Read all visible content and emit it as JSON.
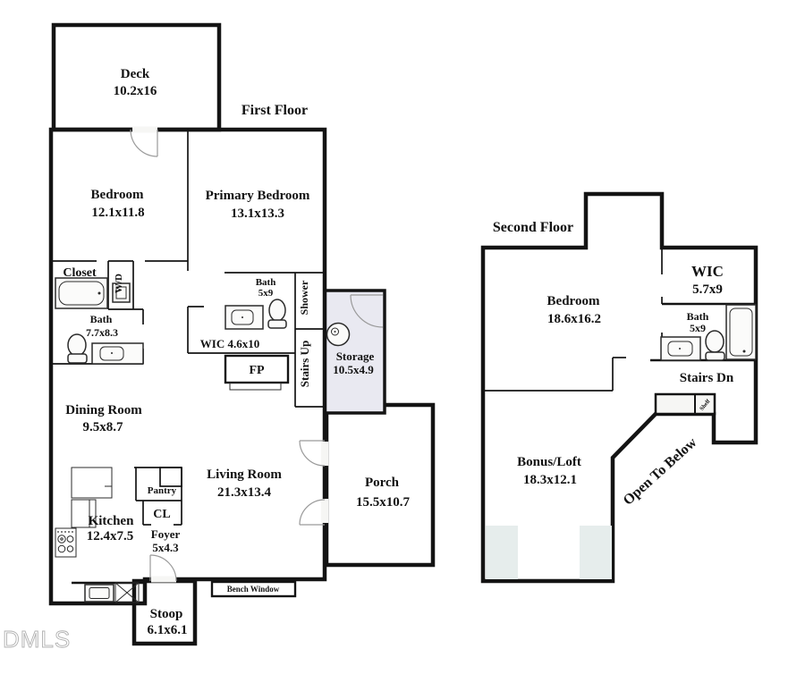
{
  "watermark": "DMLS",
  "colors": {
    "wall": "#141414",
    "floor_fill": "#f6f6f4",
    "deck_fill": "#e5e1d2",
    "porch_fill": "#e9dad4",
    "stoop_fill": "#e9dad4",
    "storage_fill": "#e9e9f1",
    "bonus_square_fill": "#e6edec"
  },
  "first": {
    "title": "First Floor",
    "deck": {
      "name": "Deck",
      "dims": "10.2x16"
    },
    "bedroom": {
      "name": "Bedroom",
      "dims": "12.1x11.8"
    },
    "primary": {
      "name": "Primary Bedroom",
      "dims": "13.1x13.3"
    },
    "closet": {
      "name": "Closet"
    },
    "wd": {
      "name": "W/D"
    },
    "bath1": {
      "name": "Bath",
      "dims": "7.7x8.3"
    },
    "bath2": {
      "name": "Bath",
      "dims": "5x9"
    },
    "shower": {
      "name": "Shower"
    },
    "wic": {
      "name": "WIC 4.6x10"
    },
    "fp": {
      "name": "FP"
    },
    "stairs": {
      "name": "Stairs Up"
    },
    "storage": {
      "name": "Storage",
      "dims": "10.5x4.9"
    },
    "dining": {
      "name": "Dining Room",
      "dims": "9.5x8.7"
    },
    "living": {
      "name": "Living Room",
      "dims": "21.3x13.4"
    },
    "porch": {
      "name": "Porch",
      "dims": "15.5x10.7"
    },
    "pantry": {
      "name": "Pantry"
    },
    "cl": {
      "name": "CL"
    },
    "kitchen": {
      "name": "Kitchen",
      "dims": "12.4x7.5"
    },
    "foyer": {
      "name": "Foyer",
      "dims": "5x4.3"
    },
    "stoop": {
      "name": "Stoop",
      "dims": "6.1x6.1"
    },
    "bench": {
      "name": "Bench Window"
    }
  },
  "second": {
    "title": "Second Floor",
    "bedroom": {
      "name": "Bedroom",
      "dims": "18.6x16.2"
    },
    "wic": {
      "name": "WIC",
      "dims": "5.7x9"
    },
    "bath": {
      "name": "Bath",
      "dims": "5x9"
    },
    "stairs": {
      "name": "Stairs Dn"
    },
    "shelf": {
      "name": "Shelf"
    },
    "bonus": {
      "name": "Bonus/Loft",
      "dims": "18.3x12.1"
    },
    "open": {
      "name": "Open To Below"
    }
  }
}
